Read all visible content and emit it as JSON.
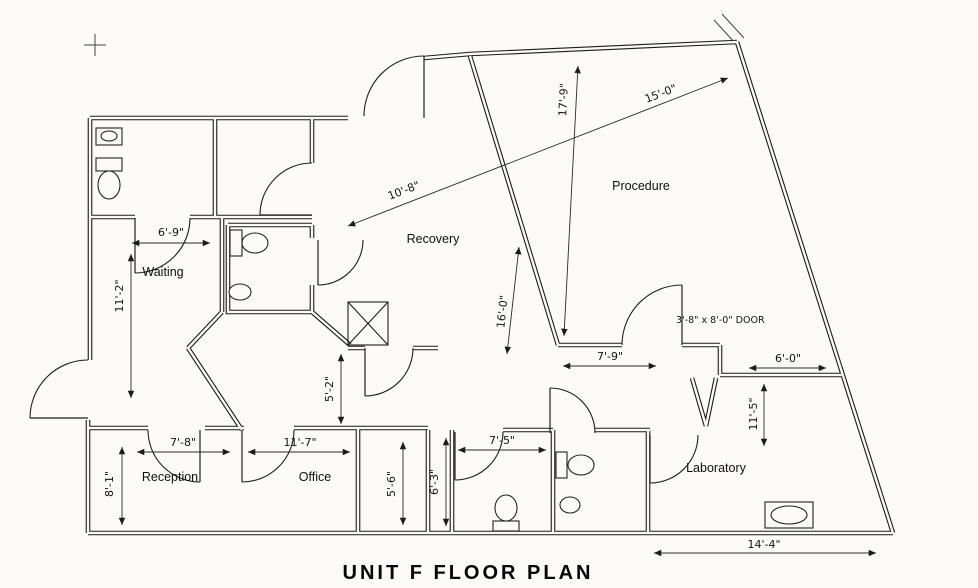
{
  "title": "UNIT F  FLOOR PLAN",
  "rooms": {
    "waiting": "Waiting",
    "reception": "Reception",
    "office": "Office",
    "recovery": "Recovery",
    "procedure": "Procedure",
    "laboratory": "Laboratory"
  },
  "dimensions": {
    "waiting_width": "6'-9\"",
    "waiting_depth": "11'-2\"",
    "reception_depth": "8'-1\"",
    "reception_width": "7'-8\"",
    "office_width": "11'-7\"",
    "hall_width": "5'-2\"",
    "closet_depth": "5'-6\"",
    "storage_depth": "6'-3\"",
    "corridor_width": "7'-5\"",
    "recovery_diagonal": "10'-8\"",
    "procedure_side": "17'-9\"",
    "procedure_diagonal": "15'-0\"",
    "recovery_depth": "16'-0\"",
    "procedure_opening": "7'-9\"",
    "door_spec": "3'-8\" x 8'-0\" DOOR",
    "lab_entry_width": "6'-0\"",
    "lab_depth": "11'-5\"",
    "lab_width": "14'-4\""
  }
}
